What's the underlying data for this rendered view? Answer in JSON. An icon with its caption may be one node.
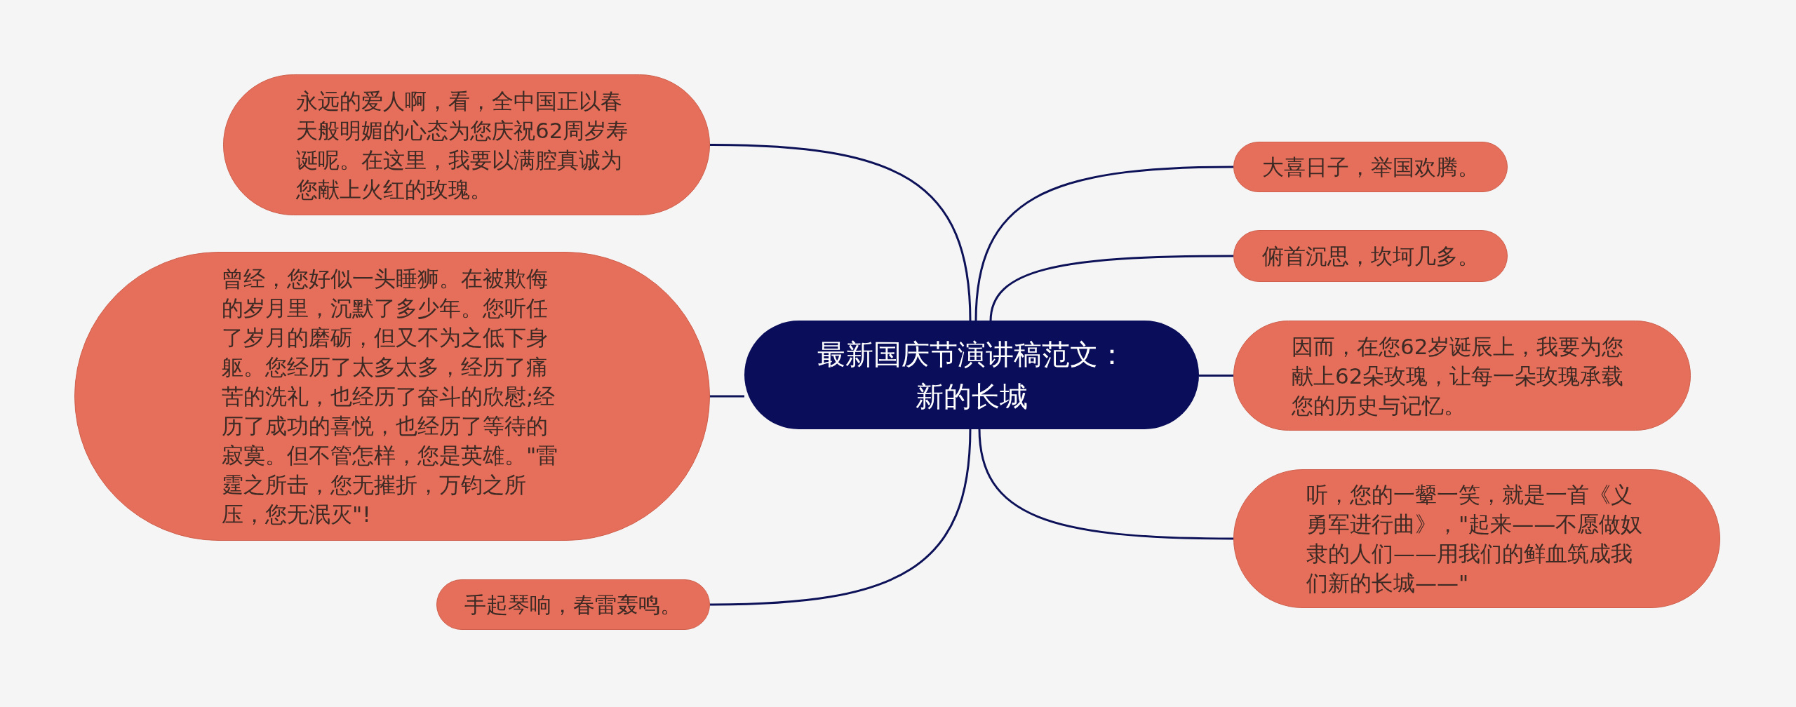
{
  "diagram": {
    "nodes": [
      {
        "text": [
          "最新国庆节演讲稿范文：新的长城"
        ]
      },
      {
        "text": [
          "永远的爱人啊，看，全中国正以春天般明媚的心态为您庆祝62周岁寿诞呢。在这里，我要以满腔真诚为您献上火红的玫瑰。"
        ]
      },
      {
        "text": [
          "曾经，您好似一头睡狮。在被欺侮的岁月里，沉默了多少年。您听任了岁月的磨砺，但又不为之低下身躯。您经历了太多太多，经历了痛苦的洗礼，也经历了奋斗的欣慰;经历了成功的喜悦，也经历了等待的寂寞。但不管怎样，您是英雄。\"雷霆之所击，您无摧折，万钧之所压，您无泯灭\"!"
        ]
      },
      {
        "text": [
          "手起琴响，春雷轰鸣。"
        ]
      },
      {
        "text": [
          "大喜日子，举国欢腾。"
        ]
      },
      {
        "text": [
          "俯首沉思，坎坷几多。"
        ]
      },
      {
        "text": [
          "因而，在您62岁诞辰上，我要为您献上62朵玫瑰，让每一朵玫瑰承载您的历史与记忆。"
        ]
      },
      {
        "text": [
          "听，您的一颦一笑，就是一首《义勇军进行曲》，\"起来——不愿做奴隶的人们——用我们的鲜血筑成我们新的长城——\""
        ]
      }
    ],
    "edges": [
      {
        "from": 0,
        "to": 1,
        "arrow": "none"
      },
      {
        "from": 0,
        "to": 2,
        "arrow": "none"
      },
      {
        "from": 0,
        "to": 3,
        "arrow": "none"
      },
      {
        "from": 0,
        "to": 4,
        "arrow": "none"
      },
      {
        "from": 0,
        "to": 5,
        "arrow": "none"
      },
      {
        "from": 0,
        "to": 6,
        "arrow": "none"
      },
      {
        "from": 0,
        "to": 7,
        "arrow": "none"
      }
    ]
  }
}
